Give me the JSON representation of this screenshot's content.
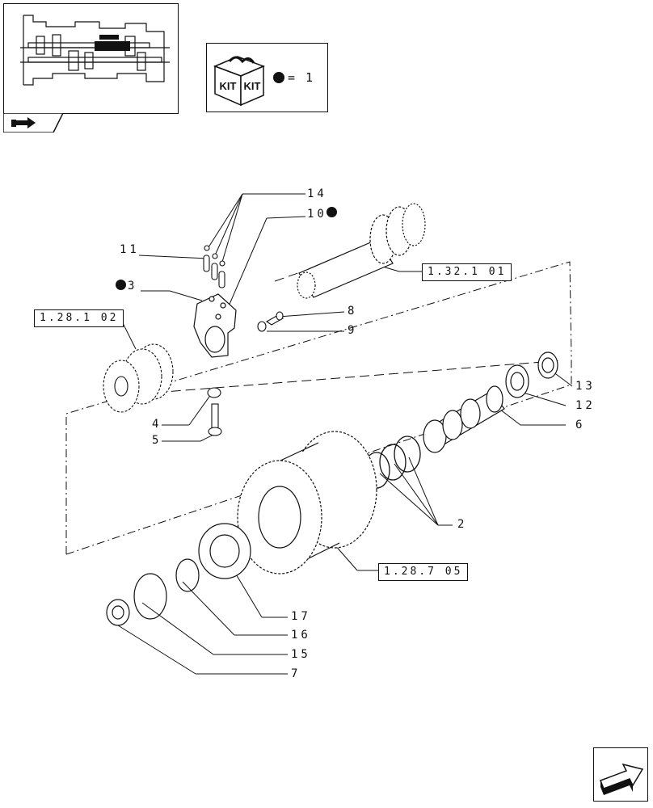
{
  "kit_legend": {
    "label_left": "KIT",
    "label_right": "KIT",
    "equals_text": "= 1"
  },
  "references": {
    "ref_1": "1.32.1 01",
    "ref_2": "1.28.1 02",
    "ref_3": "1.28.7 05"
  },
  "callouts": {
    "c14": "14",
    "c10": "10",
    "c11": "11",
    "c3": "3",
    "c8": "8",
    "c9": "9",
    "c4": "4",
    "c5": "5",
    "c13": "13",
    "c12": "12",
    "c6": "6",
    "c2": "2",
    "c17": "17",
    "c16": "16",
    "c15": "15",
    "c7": "7"
  },
  "colors": {
    "ink": "#111111",
    "paper": "#ffffff",
    "hatch": "#c9c9c9"
  },
  "icons": {
    "nav": "arrow-hand-icon",
    "next": "next-page-arrow-icon",
    "kit": "kit-box-icon"
  }
}
